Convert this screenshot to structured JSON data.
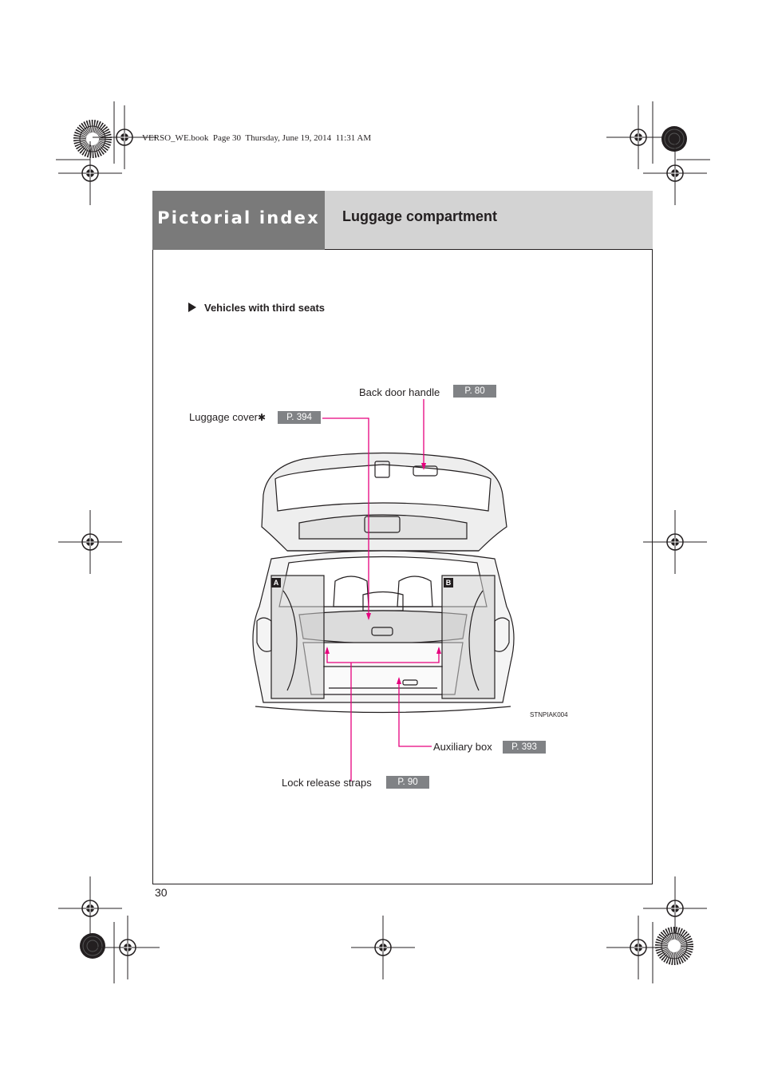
{
  "header": {
    "section_title": "Pictorial index",
    "page_title": "Luggage compartment"
  },
  "book_info": "VERSO_WE.book  Page 30  Thursday, June 19, 2014  11:31 AM",
  "subheading": "Vehicles with third seats",
  "callouts": {
    "back_door_handle": {
      "label": "Back door handle",
      "page": "P. 80"
    },
    "luggage_cover": {
      "label": "Luggage cover",
      "asterisk": "✱",
      "page": "P. 394"
    },
    "auxiliary_box": {
      "label": "Auxiliary box",
      "page": "P. 393"
    },
    "lock_release_straps": {
      "label": "Lock release straps",
      "page": "P. 90"
    }
  },
  "illustration": {
    "marker_a": "A",
    "marker_b": "B",
    "figure_code": "STNPIAK004"
  },
  "page_number": "30",
  "colors": {
    "header_dark": "#7a7a7a",
    "header_light": "#d3d3d3",
    "page_ref_tag": "#808285",
    "leader_line": "#e6007e"
  }
}
